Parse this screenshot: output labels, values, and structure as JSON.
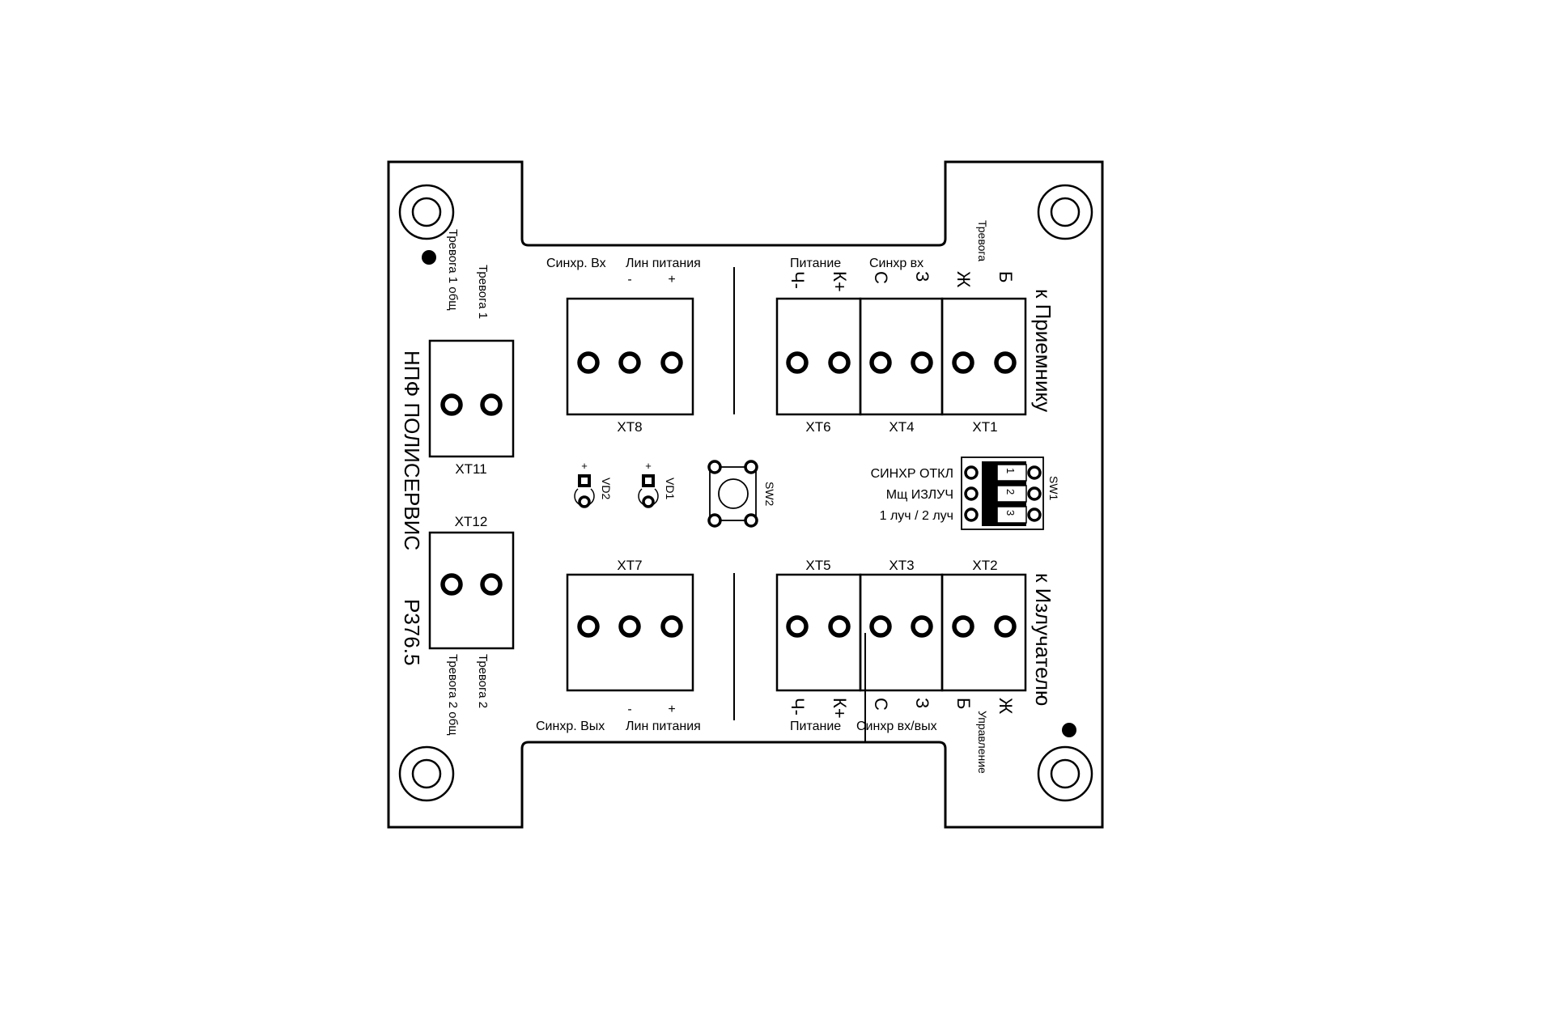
{
  "board": {
    "manufacturer": "НПФ ПОЛИСЕРВИС",
    "model": "Р376.5",
    "to_receiver": "к Приемнику",
    "to_emitter": "к Излучателю"
  },
  "blocks": {
    "xt1": "XT1",
    "xt2": "XT2",
    "xt3": "XT3",
    "xt4": "XT4",
    "xt5": "XT5",
    "xt6": "XT6",
    "xt7": "XT7",
    "xt8": "XT8",
    "xt11": "XT11",
    "xt12": "XT12"
  },
  "labels": {
    "trevoga1": "Тревога 1",
    "trevoga1_common": "Тревога 1 общ",
    "trevoga2": "Тревога 2",
    "trevoga2_common": "Тревога 2 общ",
    "sync_in": "Синхр. Вх",
    "sync_out": "Синхр. Вых",
    "line_power_top": "Лин питания",
    "line_power_bottom": "Лин питания",
    "minus": "-",
    "plus": "+",
    "power_top": "Питание",
    "sync_in_top": "Синхр вх",
    "alarm_top": "Тревога",
    "power_bottom": "Питание",
    "sync_inout_bottom": "Синхр вх/вых",
    "control": "Управление"
  },
  "pins": {
    "ch_minus": "Ч-",
    "k_plus": "К+",
    "s": "С",
    "z": "З",
    "zh": "Ж",
    "b": "Б"
  },
  "switch": {
    "name": "SW1",
    "opt1": "СИНХР ОТКЛ",
    "opt2": "Мщ ИЗЛУЧ",
    "opt3": "1 луч / 2 луч",
    "n1": "1",
    "n2": "2",
    "n3": "3"
  },
  "parts": {
    "vd1": "VD1",
    "vd2": "VD2",
    "sw2": "SW2",
    "plus": "+"
  }
}
